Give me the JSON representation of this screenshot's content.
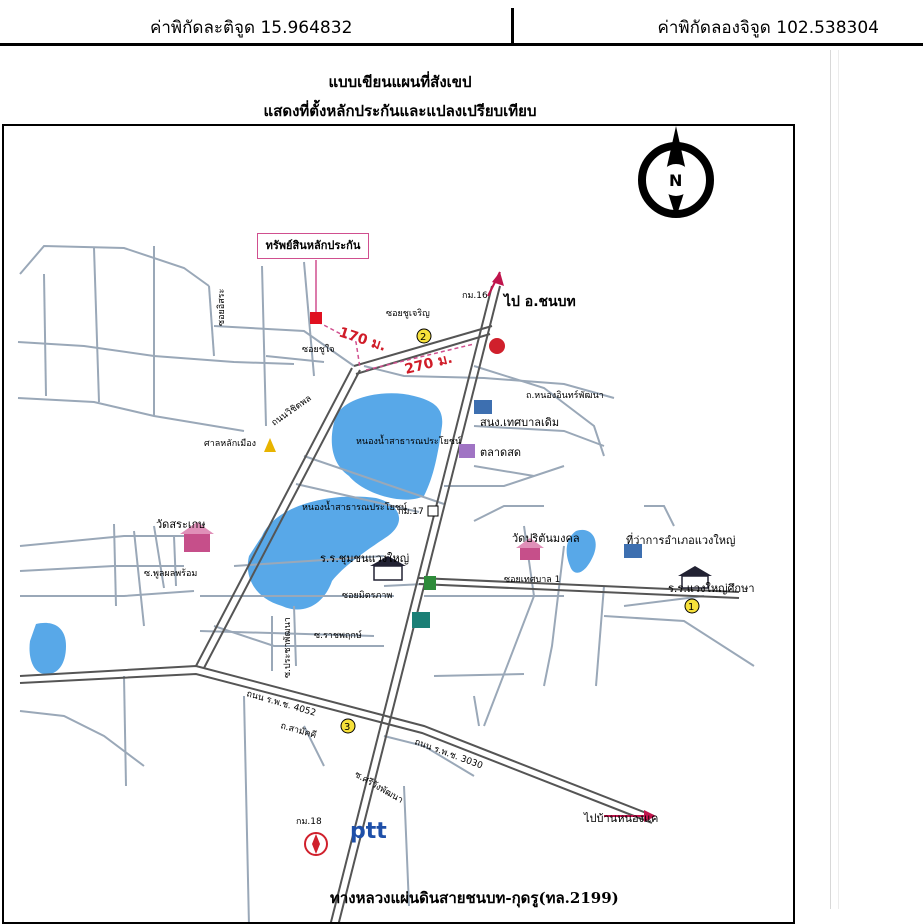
{
  "header": {
    "latitude_label": "ค่าพิกัดละติจูด 15.964832",
    "longitude_label": "ค่าพิกัดลองจิจูด 102.538304"
  },
  "map": {
    "title_line1": "แบบเขียนแผนที่สังเขป",
    "title_line2": "แสดงที่ตั้งหลักประกันและแปลงเปรียบเทียบ",
    "compass_letter": "N",
    "collateral_label": "ทรัพย์สินหลักประกัน",
    "distance_1": "170 ม.",
    "distance_2": "270 ม.",
    "labels": {
      "km16": "กม.16",
      "to_chonnabot": "ไป อ.ชนบท",
      "soi_chuchai": "ซอยชูใจ",
      "soi_chuchai2": "ซอยชูเจริญ",
      "soi_nongsa": "ซอยอิสระ",
      "soi_wichitphan": "ถนนวิชิตพล",
      "san_lak_mueang": "ศาลหลักเมือง",
      "nong_inthra": "ถ.หนองอินทร์พัฒนา",
      "santang_old": "สนง.เทศบาลเดิม",
      "talat_sod": "ตลาดสด",
      "pond1": "หนองน้ำสาธารณประโยชน์",
      "pond2": "หนองน้ำสาธารณประโยชน์",
      "km17": "กม.17",
      "wat_sakaeo": "วัดสระเกษ",
      "soi_phunphon": "ซ.พูลผลพร้อม",
      "school": "ร.ร.ชุมชนแวงใหญ่",
      "wat_pathum": "วัดปริตันมงคล",
      "district_office": "ที่ว่าการอำเภอแวงใหญ่",
      "soi_tesaban": "ซอยเทศบาล 1",
      "school2": "ร.ร.แวงใหญ่ศึกษา",
      "soi_mitrap": "ซอยมิตรภาพ",
      "soi_rajapruek": "ซ.ราชพฤกษ์",
      "soi_prachapattana": "ซ.ประชาพัฒนา",
      "highway_4052": "ถนน ร.พ.ช. 4052",
      "highway_3030": "ถนน ร.พ.ช. 3030",
      "soi_samakkhi": "ถ.สามัคคี",
      "soi_prachasan": "ซ.ศรีวังพัฒนา",
      "to_ban_nongkae": "ไปบ้านหนองแค",
      "km18": "กม.18",
      "ptt": "ptt",
      "marker1": "1",
      "marker2": "2",
      "marker3": "3"
    },
    "road_title": "ทางหลวงแผ่นดินสายชนบท-กุดรู(ทล.2199)"
  },
  "colors": {
    "water": "#58a8e8",
    "road": "#9aa8b8",
    "highway": "#555555",
    "callout_border": "#d04f8f",
    "distance_red": "#d01c28",
    "arrow": "#c0144c"
  }
}
